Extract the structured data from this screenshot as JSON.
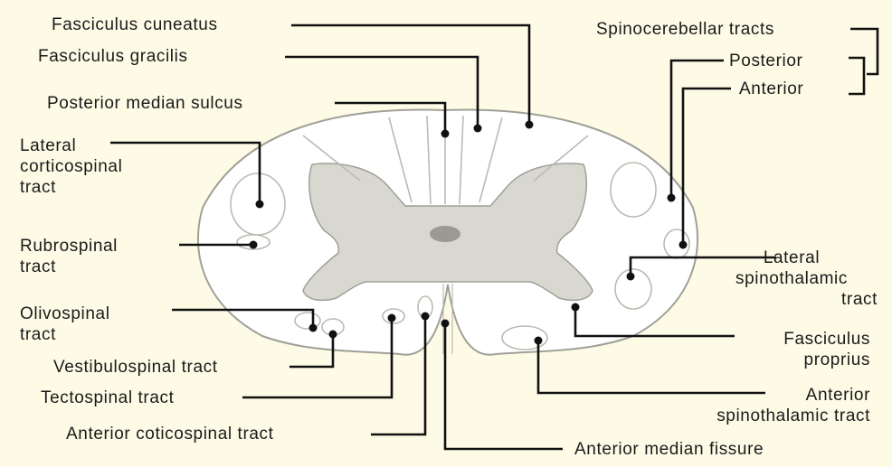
{
  "labels": {
    "fasciculus_cuneatus": "Fasciculus cuneatus",
    "fasciculus_gracilis": "Fasciculus gracilis",
    "posterior_median_sulcus": "Posterior median sulcus",
    "lateral_corticospinal_tract": [
      "Lateral",
      "corticospinal",
      "tract"
    ],
    "rubrospinal_tract": [
      "Rubrospinal",
      "tract"
    ],
    "olivospinal_tract": [
      "Olivospinal",
      "tract"
    ],
    "vestibulospinal_tract": "Vestibulospinal tract",
    "tectospinal_tract": "Tectospinal tract",
    "anterior_corticospinal_tract": "Anterior coticospinal tract",
    "anterior_median_fissure": "Anterior median fissure",
    "spinocerebellar_tracts": "Spinocerebellar tracts",
    "posterior": "Posterior",
    "anterior": "Anterior",
    "lateral_spinothalamic_tract": [
      "Lateral",
      "spinothalamic",
      "tract"
    ],
    "fasciculus_proprius": [
      "Fasciculus",
      "proprius"
    ],
    "anterior_spinothalamic_tract": [
      "Anterior",
      "spinothalamic tract"
    ]
  },
  "colors": {
    "background": "#fdfbe6",
    "white_matter": "#ffffff",
    "gray_matter": "#d8d8d0",
    "outline": "#a0a098",
    "inner_line": "#bbbbb2",
    "central_canal": "#9a9a92",
    "leader": "#111111"
  }
}
